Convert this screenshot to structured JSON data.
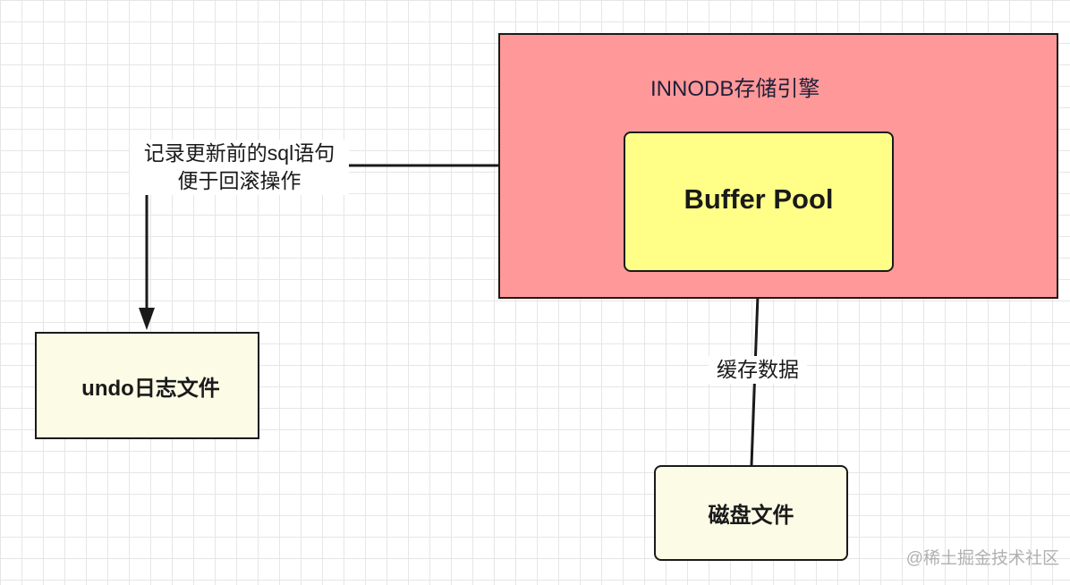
{
  "nodes": {
    "innodb": {
      "title": "INNODB存储引擎",
      "color": "#ff9999"
    },
    "buffer_pool": {
      "label": "Buffer Pool",
      "color": "#ffff88"
    },
    "undo_log": {
      "label": "undo日志文件",
      "color": "#fbfbe6"
    },
    "disk_file": {
      "label": "磁盘文件",
      "color": "#fbfbe6"
    }
  },
  "edges": {
    "innodb_to_undo": {
      "label_line1": "记录更新前的sql语句",
      "label_line2": "便于回滚操作"
    },
    "disk_to_buffer_pool": {
      "label": "缓存数据"
    }
  },
  "watermark": "@稀土掘金技术社区"
}
